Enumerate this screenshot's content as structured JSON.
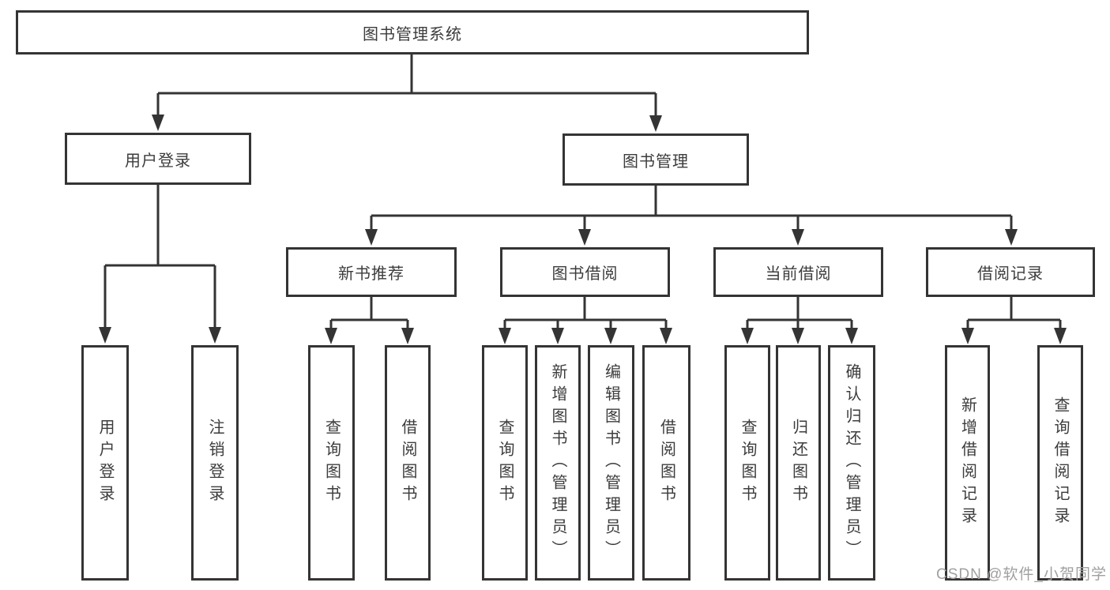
{
  "title": "图书管理系统",
  "colors": {
    "line": "#343434",
    "text": "#3c3c3c",
    "watermark": "#a0a0a0",
    "background": "#ffffff"
  },
  "nodes": {
    "root": "图书管理系统",
    "login": "用户登录",
    "mgmt": "图书管理",
    "recommend": "新书推荐",
    "borrow": "图书借阅",
    "current": "当前借阅",
    "record": "借阅记录",
    "leaf_login": "用户登录",
    "leaf_logout": "注销登录",
    "rec_query": "查询图书",
    "rec_borrow": "借阅图书",
    "bor_query": "查询图书",
    "bor_add": "新增图书（管理员）",
    "bor_edit": "编辑图书（管理员）",
    "bor_borrow": "借阅图书",
    "cur_query": "查询图书",
    "cur_return": "归还图书",
    "cur_confirm": "确认归还（管理员）",
    "record_add": "新增借阅记录",
    "record_query": "查询借阅记录"
  },
  "hierarchy": {
    "图书管理系统": [
      "用户登录",
      "图书管理"
    ],
    "用户登录": [
      "用户登录",
      "注销登录"
    ],
    "图书管理": [
      "新书推荐",
      "图书借阅",
      "当前借阅",
      "借阅记录"
    ],
    "新书推荐": [
      "查询图书",
      "借阅图书"
    ],
    "图书借阅": [
      "查询图书",
      "新增图书（管理员）",
      "编辑图书（管理员）",
      "借阅图书"
    ],
    "当前借阅": [
      "查询图书",
      "归还图书",
      "确认归还（管理员）"
    ],
    "借阅记录": [
      "新增借阅记录",
      "查询借阅记录"
    ]
  },
  "watermark": "CSDN @软件_小贺同学"
}
